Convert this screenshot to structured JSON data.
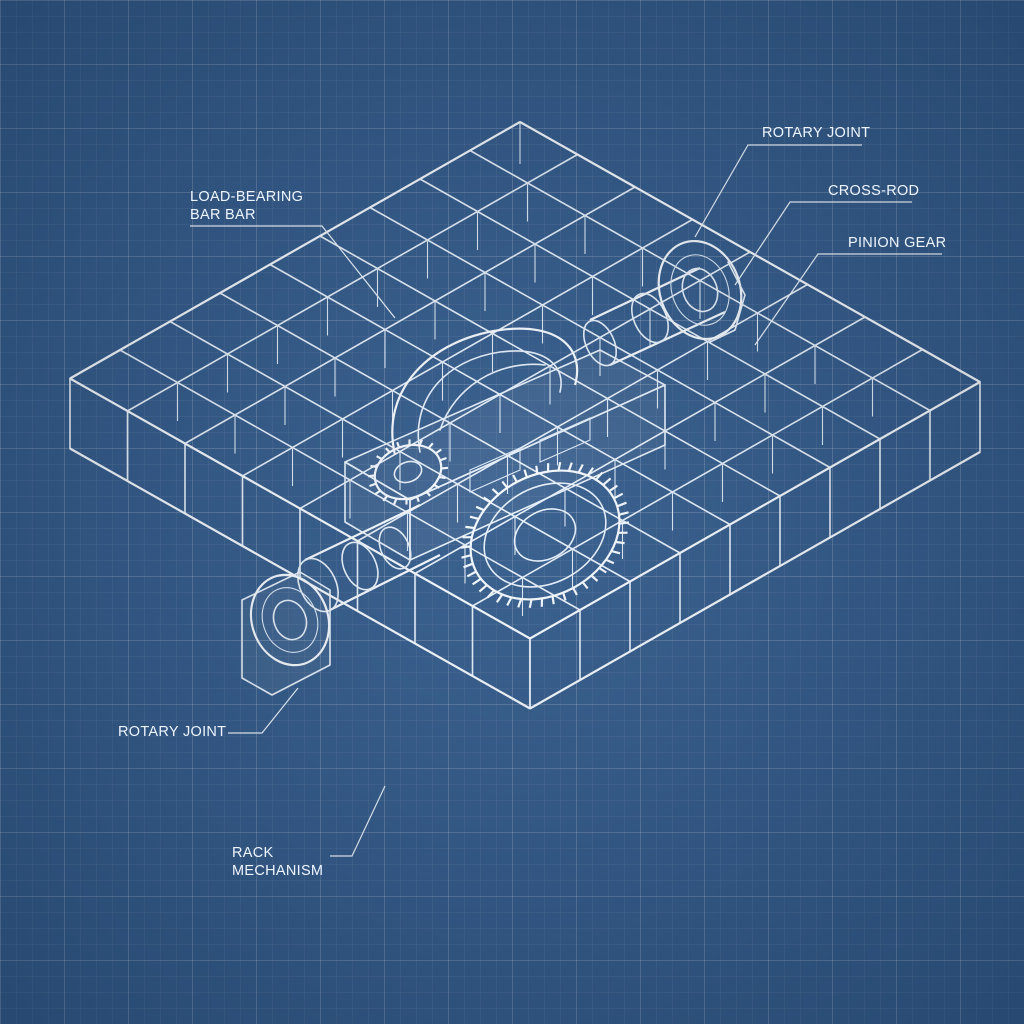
{
  "labels": {
    "load_bearing_bar": "LOAD-BEARING\nBAR BAR",
    "rotary_joint_top": "ROTARY JOINT",
    "cross_rod": "CROSS-ROD",
    "pinion_gear": "PINION GEAR",
    "rotary_joint_bottom": "ROTARY JOINT",
    "rack_mechanism": "RACK\nMECHANISM"
  },
  "colors": {
    "background": "#30598a",
    "linework": "#e6f0fb"
  }
}
